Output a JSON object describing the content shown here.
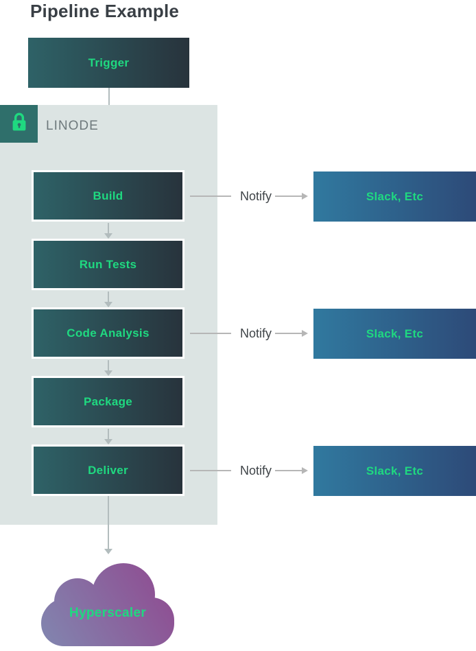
{
  "title": "Pipeline Example",
  "trigger": {
    "label": "Trigger"
  },
  "linode": {
    "label": "LINODE",
    "icon": "lock-icon"
  },
  "pipeline": {
    "steps": [
      {
        "label": "Build"
      },
      {
        "label": "Run Tests"
      },
      {
        "label": "Code Analysis"
      },
      {
        "label": "Package"
      },
      {
        "label": "Deliver"
      }
    ]
  },
  "notifications": [
    {
      "label": "Notify",
      "target": "Slack, Etc"
    },
    {
      "label": "Notify",
      "target": "Slack, Etc"
    },
    {
      "label": "Notify",
      "target": "Slack, Etc"
    }
  ],
  "cloud": {
    "label": "Hyperscaler"
  },
  "colors": {
    "accent_green": "#1fd980",
    "title_text": "#393f45",
    "step_gradient_start": "#2e6267",
    "step_gradient_end": "#28333c",
    "slack_gradient_start": "#30799f",
    "slack_gradient_end": "#2d4a78",
    "container_bg": "#dce4e3",
    "lock_badge_bg": "#2f6f6b",
    "cloud_gradient_start": "#8187b0",
    "cloud_gradient_end": "#90488f",
    "arrow_gray": "#b2bcbd",
    "linode_text": "#6e797c"
  }
}
